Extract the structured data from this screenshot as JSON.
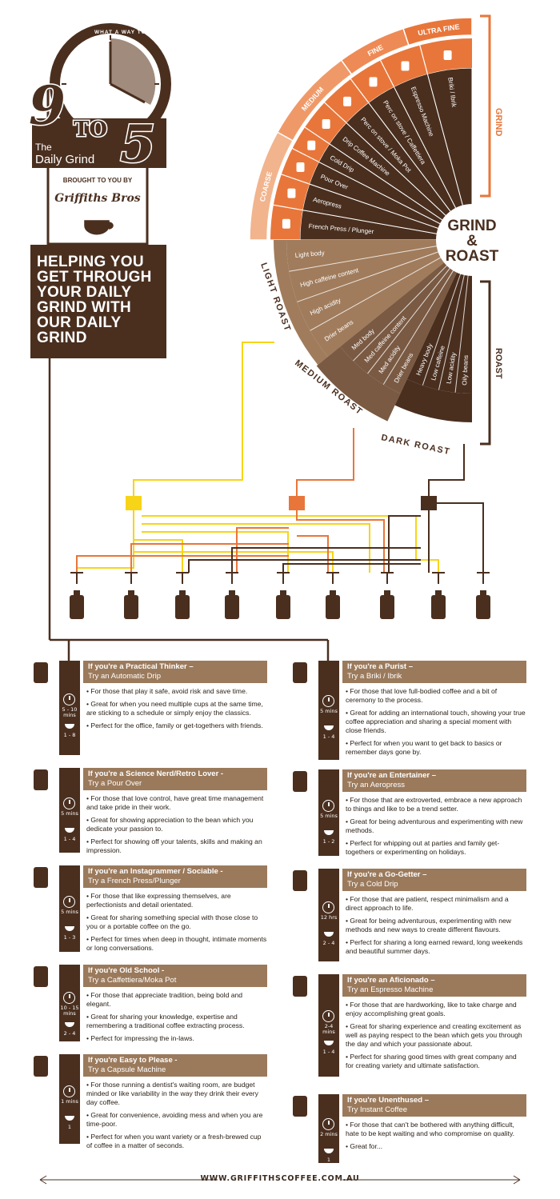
{
  "brand": {
    "ring_text": "WHAT A WAY TO MAKE A LIVING",
    "nine": "9",
    "to": "TO",
    "five": "5",
    "the": "The",
    "daily_grind": "Daily Grind",
    "brought_by": "BROUGHT TO YOU BY",
    "logo": "Griffiths Bros"
  },
  "headline": [
    "HELPING YOU",
    "GET THROUGH",
    "YOUR DAILY",
    "GRIND WITH",
    "OUR DAILY",
    "GRIND"
  ],
  "wheel": {
    "center": [
      "GRIND",
      "&",
      "ROAST"
    ],
    "grind_label": "GRIND",
    "roast_label": "ROAST",
    "grind_bands": [
      "COARSE",
      "MEDIUM",
      "FINE",
      "ULTRA FINE"
    ],
    "methods": [
      "French Press / Plunger",
      "Aeropress",
      "Pour Over",
      "Cold Drip",
      "Drip Coffee Machine",
      "Perc on stove / Moka Pot",
      "Perc on stove / Caffettiera",
      "Espresso Machine",
      "Briki / Ibrik"
    ],
    "roast_levels": [
      "LIGHT ROAST",
      "MEDIUM ROAST",
      "DARK ROAST"
    ],
    "light_traits": [
      "Light body",
      "High caffeine content",
      "High acidity",
      "Drier beans"
    ],
    "medium_traits": [
      "Med body",
      "Med caffeine content",
      "Med acidity",
      "Drier beans"
    ],
    "dark_traits": [
      "Heavy body",
      "Low caffeine",
      "Low acidity",
      "Oily beans"
    ]
  },
  "colors": {
    "brown": "#4a2f1f",
    "orange": "#e8763a",
    "yellow": "#f7d417",
    "tan": "#9b7a5c",
    "light_brown": "#a07c5c",
    "medium_brown": "#7a5a43"
  },
  "cards_left": [
    {
      "title": "If you're a Practical Thinker –",
      "subtitle": "Try an Automatic Drip",
      "time": "5 - 10 mins",
      "cups": "1 - 8",
      "bullets": [
        "For those that play it safe, avoid risk and save time.",
        "Great for when you need multiple cups at the same time, are sticking to a schedule or simply enjoy the classics.",
        "Perfect for the office, family or get-togethers with friends."
      ]
    },
    {
      "title": "If you're a Science Nerd/Retro Lover -",
      "subtitle": "Try a Pour Over",
      "time": "5 mins",
      "cups": "1 - 4",
      "bullets": [
        "For those that love control, have great time management and take pride in their work.",
        "Great for showing appreciation to the bean which you dedicate your passion to.",
        "Perfect for showing off your talents, skills and making an impression."
      ]
    },
    {
      "title": "If you're an Instagrammer / Sociable -",
      "subtitle": "Try a French Press/Plunger",
      "time": "5 mins",
      "cups": "1 - 3",
      "bullets": [
        "For those that like expressing themselves, are perfectionists and detail orientated.",
        "Great for sharing something special with those close to you or a portable coffee on the go.",
        "Perfect for times when deep in thought, intimate moments or long conversations."
      ]
    },
    {
      "title": "If you're Old School -",
      "subtitle": "Try a Caffettiera/Moka Pot",
      "time": "10 - 15 mins",
      "cups": "2 - 4",
      "bullets": [
        "For those that appreciate tradition, being bold and elegant.",
        "Great for sharing your knowledge, expertise and remembering a traditional coffee extracting process.",
        "Perfect for impressing the in-laws."
      ]
    },
    {
      "title": "If you're Easy to Please -",
      "subtitle": "Try a Capsule Machine",
      "time": "1 mins",
      "cups": "1",
      "bullets": [
        "For those running a dentist's waiting room, are budget minded or like variability in the way they drink their every day coffee.",
        "Great for convenience, avoiding mess and when you are time-poor.",
        "Perfect for when you want variety or a fresh-brewed cup of coffee in a matter of seconds."
      ]
    }
  ],
  "cards_right": [
    {
      "title": "If you're a Purist –",
      "subtitle": "Try a Briki / Ibrik",
      "time": "5 mins",
      "cups": "1 - 4",
      "bullets": [
        "For those that love full-bodied coffee and a bit of ceremony to the process.",
        "Great for adding an international touch, showing your true coffee appreciation and sharing a special moment with close friends.",
        "Perfect for when you want to get back to basics or remember days gone by."
      ]
    },
    {
      "title": "If you're an Entertainer –",
      "subtitle": "Try an Aeropress",
      "time": "5 mins",
      "cups": "1 - 2",
      "bullets": [
        "For those that are extroverted, embrace a new approach to things and like to be a trend setter.",
        "Great for being adventurous and experimenting with new methods.",
        "Perfect for whipping out at parties and family get-togethers or experimenting on holidays."
      ]
    },
    {
      "title": "If you're a Go-Getter –",
      "subtitle": "Try a Cold Drip",
      "time": "12 hrs",
      "cups": "2 - 4",
      "bullets": [
        "For those that are patient, respect minimalism and a direct approach to life.",
        "Great for being adventurous, experimenting with new methods and new ways to create different flavours.",
        "Perfect for sharing a long earned reward, long weekends and beautiful summer days."
      ]
    },
    {
      "title": "If you're an Aficionado –",
      "subtitle": "Try an Espresso Machine",
      "time": "2-4 mins",
      "cups": "1 - 4",
      "bullets": [
        "For those that are hardworking, like to take charge and enjoy accomplishing great goals.",
        "Great for sharing experience and creating excitement as well as paying respect to the bean which gets you through the day and which your passionate about.",
        "Perfect for sharing good times with great company and for creating variety and ultimate satisfaction."
      ]
    },
    {
      "title": "If you're Unenthused –",
      "subtitle": "Try Instant Coffee",
      "time": "2 mins",
      "cups": "1",
      "bullets": [
        "For those that can't be bothered with anything difficult, hate to be kept waiting and who compromise on quality.",
        "Great for..."
      ]
    }
  ],
  "footer": {
    "url": "WWW.GRIFFITHSCOFFEE.COM.AU"
  }
}
